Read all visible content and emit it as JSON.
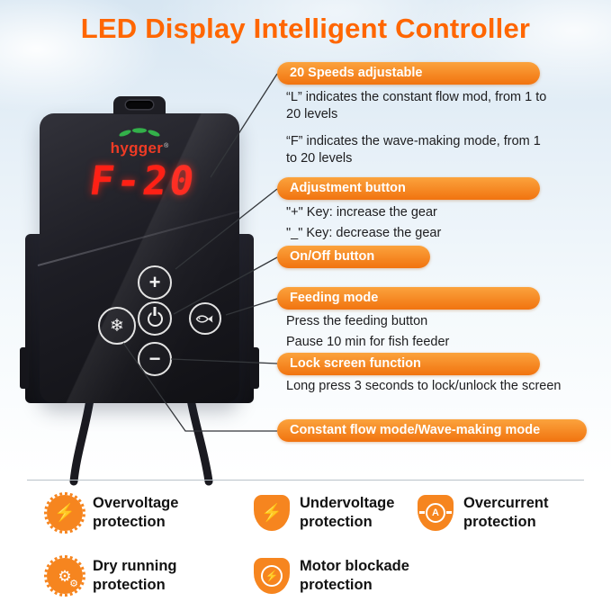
{
  "page": {
    "title": "LED Display Intelligent Controller"
  },
  "device": {
    "brand": "hygger",
    "brand_reg": "®",
    "display_value": "F-20",
    "buttons": {
      "plus": "+",
      "minus": "−",
      "feed": "❄"
    }
  },
  "callouts": [
    {
      "label": "20 Speeds adjustable",
      "desc": [
        "“L” indicates the constant flow mod, from 1 to 20 levels",
        "“F” indicates the wave-making mode, from 1 to 20 levels"
      ]
    },
    {
      "label": "Adjustment button",
      "desc": [
        "\"+\" Key: increase the gear",
        "\"_\" Key: decrease the gear"
      ]
    },
    {
      "label": "On/Off button",
      "desc": []
    },
    {
      "label": "Feeding mode",
      "desc": [
        "Press the feeding button",
        "Pause 10 min for fish feeder"
      ]
    },
    {
      "label": "Lock screen function",
      "desc": [
        "Long press 3 seconds to lock/unlock the screen"
      ]
    },
    {
      "label": "Constant flow mode/Wave-making mode",
      "desc": []
    }
  ],
  "protections": [
    {
      "label": "Overvoltage protection",
      "icon": "badge-bolt-icon",
      "glyph": "⚡"
    },
    {
      "label": "Undervoltage protection",
      "icon": "shield-bolt-icon",
      "glyph": "⚡"
    },
    {
      "label": "Overcurrent protection",
      "icon": "shield-ammeter-icon",
      "glyph": "A"
    },
    {
      "label": "Dry running protection",
      "icon": "badge-gears-icon",
      "glyph": "⚙"
    },
    {
      "label": "Motor blockade protection",
      "icon": "shield-bolt-circle-icon",
      "glyph": "⚡"
    }
  ],
  "colors": {
    "title_orange": "#ff6600",
    "pill_orange": "#f1730f",
    "display_red": "#ff2015",
    "device_black": "#1b1b21",
    "icon_orange": "#f6851f"
  }
}
